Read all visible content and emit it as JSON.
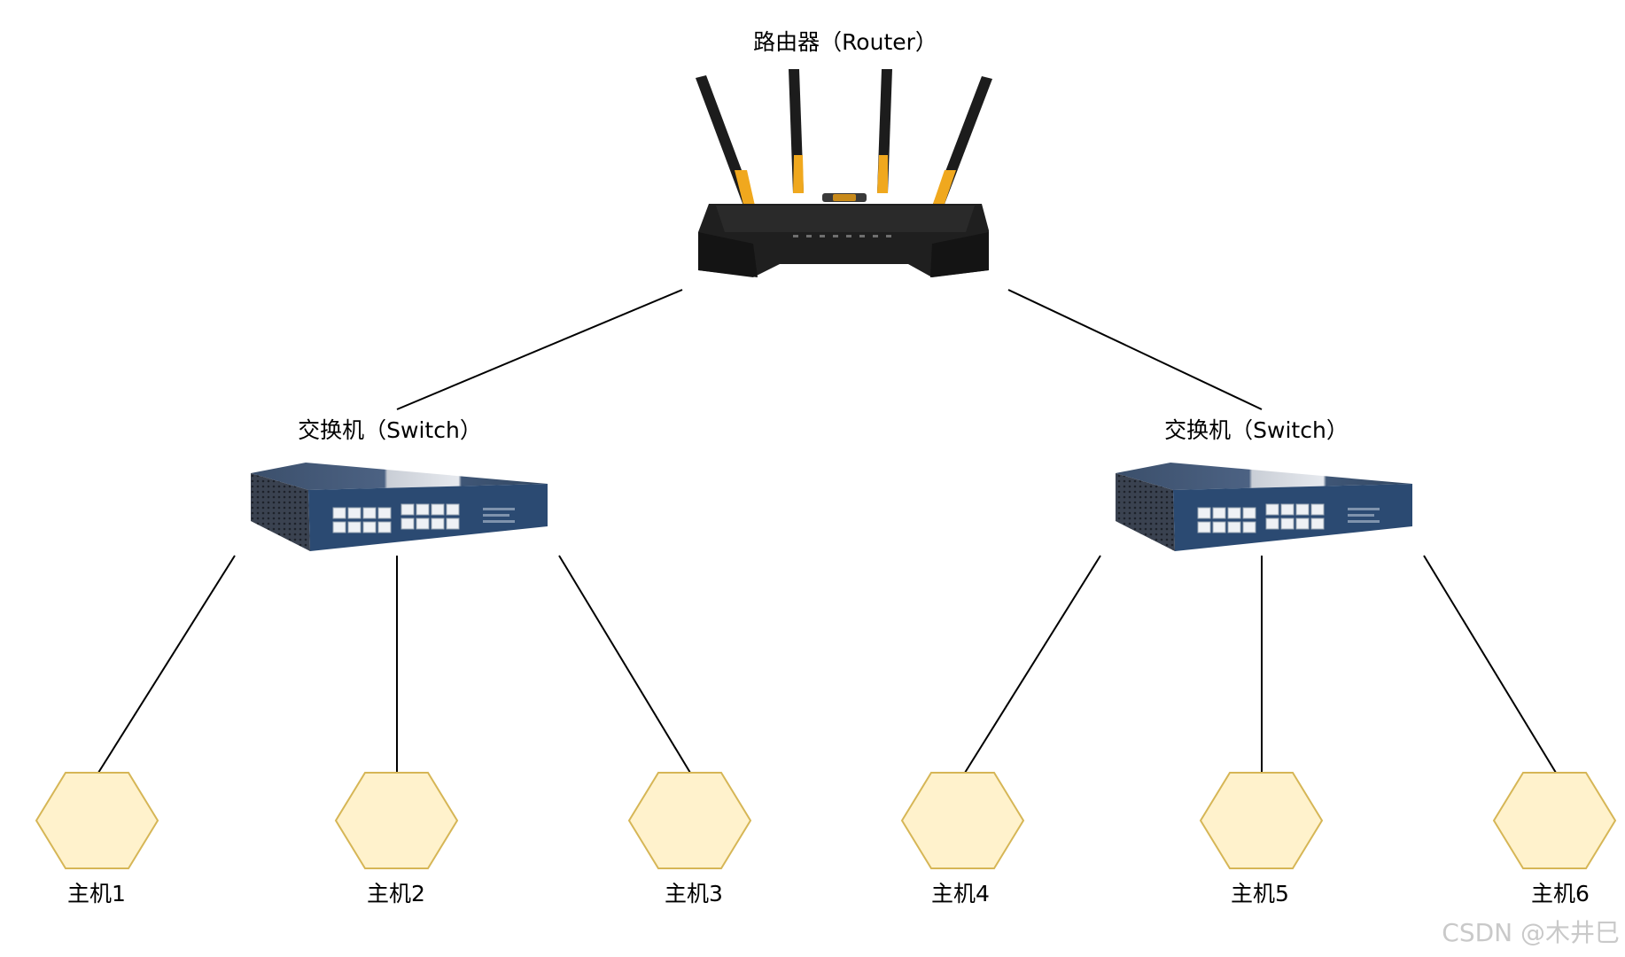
{
  "router": {
    "label": "路由器（Router）"
  },
  "switches": [
    {
      "label": "交换机（Switch）"
    },
    {
      "label": "交换机（Switch）"
    }
  ],
  "hosts": [
    {
      "label": "主机1"
    },
    {
      "label": "主机2"
    },
    {
      "label": "主机3"
    },
    {
      "label": "主机4"
    },
    {
      "label": "主机5"
    },
    {
      "label": "主机6"
    }
  ],
  "watermark": "CSDN @木井巳",
  "colors": {
    "host_fill": "#fff2cc",
    "host_stroke": "#d6b656",
    "switch_body": "#3e5a7c",
    "switch_front": "#2c4a73",
    "router_body": "#1f1f1f",
    "router_accent": "#f0a81e",
    "edge": "#000000"
  }
}
